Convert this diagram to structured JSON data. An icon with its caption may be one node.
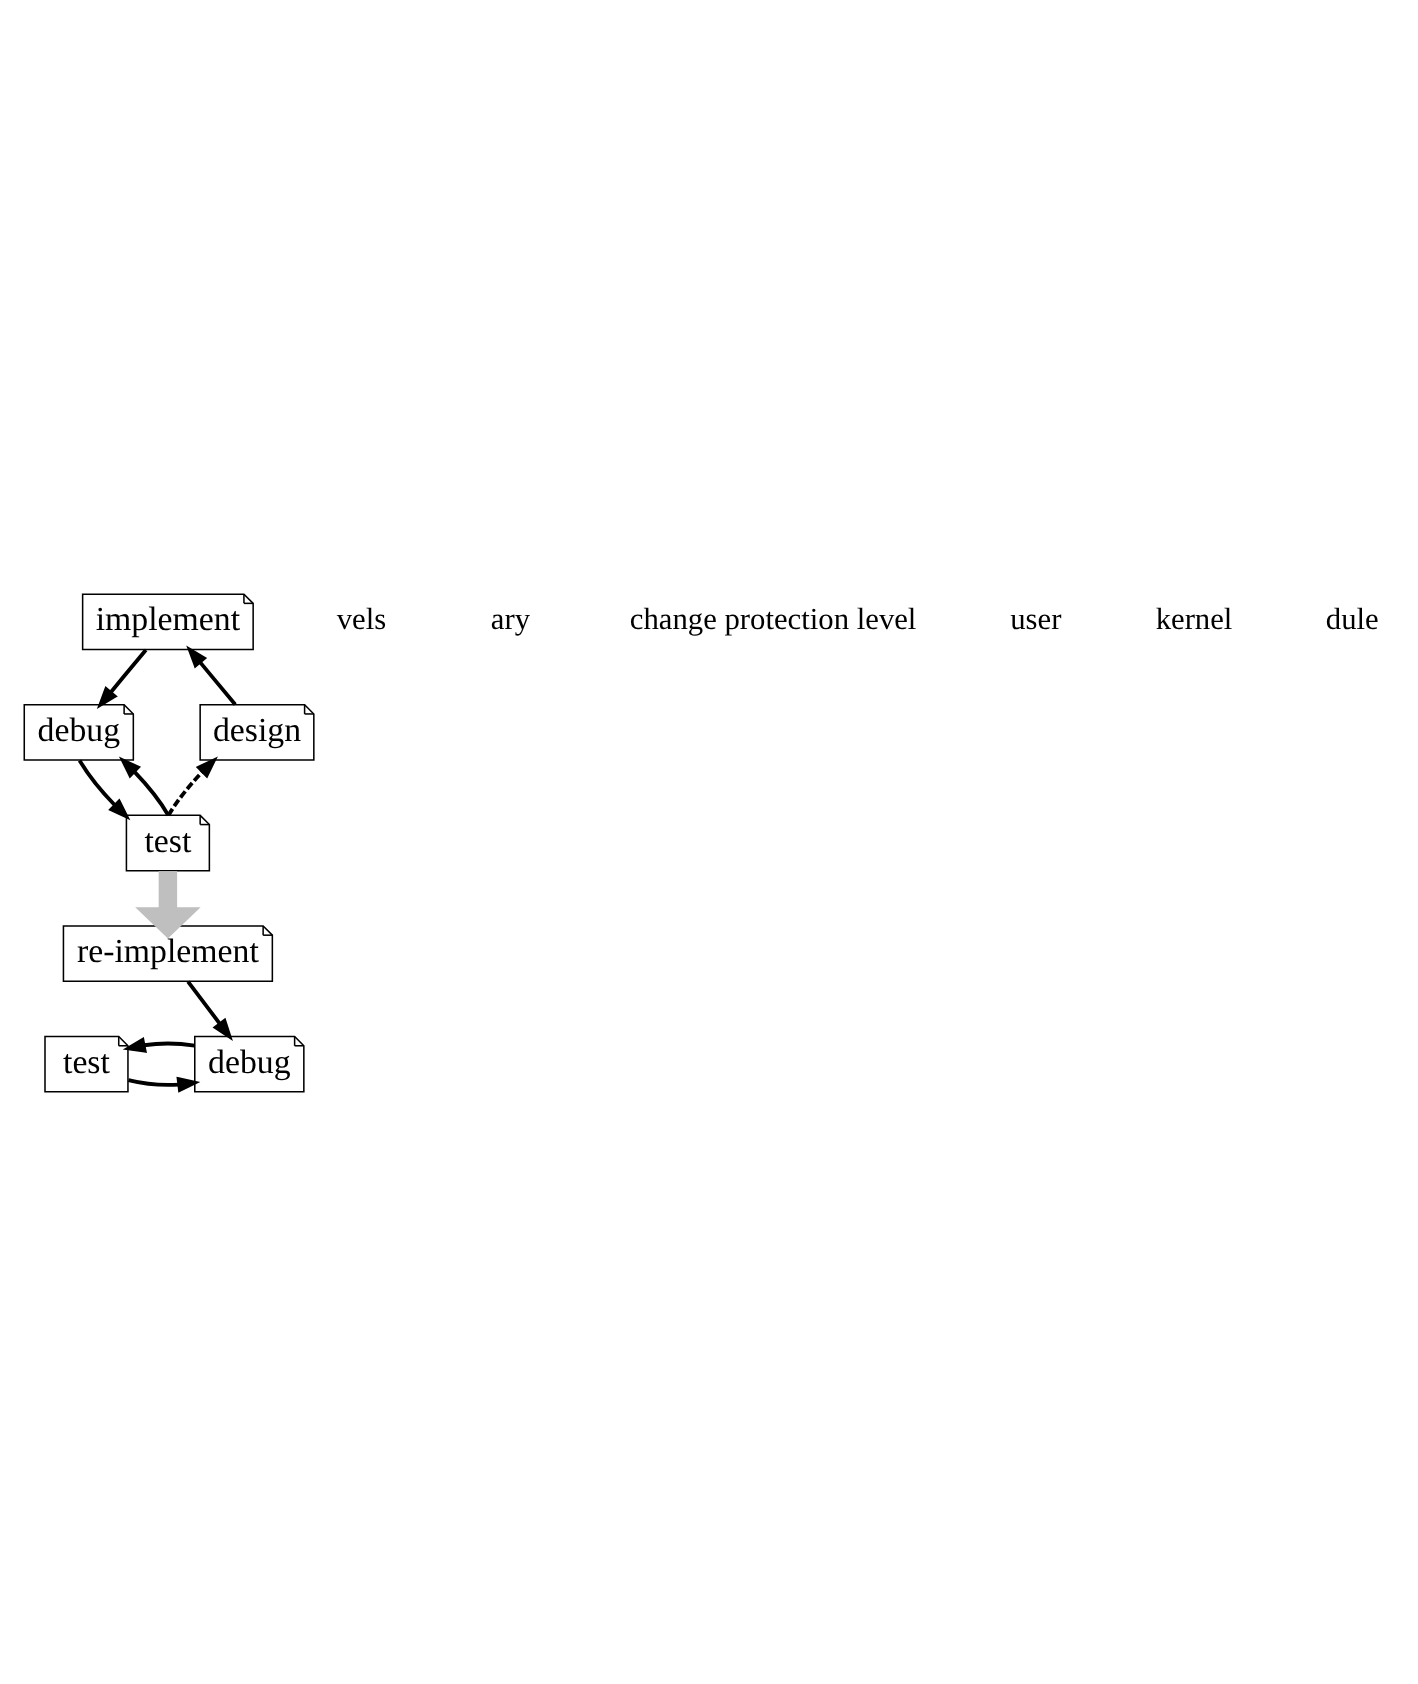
{
  "diagram": {
    "nodes": [
      {
        "text": [
          "implement"
        ]
      },
      {
        "text": [
          "design"
        ]
      },
      {
        "text": [
          "debug"
        ]
      },
      {
        "text": [
          "test"
        ]
      },
      {
        "text": [
          "re-implement"
        ]
      },
      {
        "text": [
          "test"
        ]
      },
      {
        "text": [
          "debug"
        ]
      }
    ],
    "edges": [
      {
        "from": 1,
        "to": 0,
        "arrow": "to"
      },
      {
        "from": 0,
        "to": 2,
        "arrow": "to"
      },
      {
        "from": 2,
        "to": 3,
        "arrow": "to"
      },
      {
        "from": 3,
        "to": 2,
        "arrow": "to"
      },
      {
        "from": 3,
        "to": 1,
        "arrow": "to",
        "style": "dashed"
      },
      {
        "from": 3,
        "to": 4,
        "arrow": "to",
        "style": "thick",
        "color": "#bfbfbf"
      },
      {
        "from": 4,
        "to": 6,
        "arrow": "to"
      },
      {
        "from": 5,
        "to": 6,
        "arrow": "to"
      },
      {
        "from": 6,
        "to": 5,
        "arrow": "to"
      }
    ],
    "labels": [
      "vels",
      "ary",
      "change protection level",
      "user",
      "kernel",
      "dule"
    ]
  }
}
